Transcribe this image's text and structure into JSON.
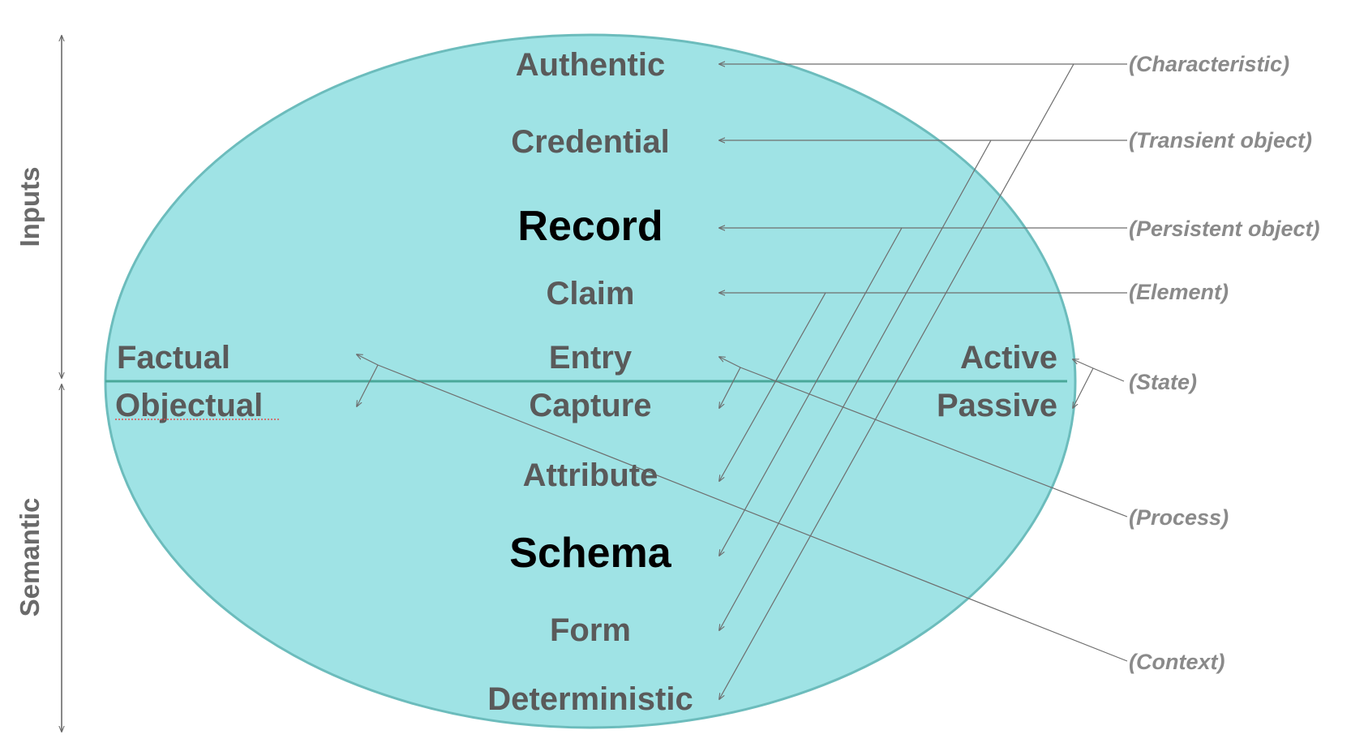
{
  "axis_labels": {
    "top": "Inputs",
    "bottom": "Semantic"
  },
  "terms": {
    "authentic": "Authentic",
    "credential": "Credential",
    "record": "Record",
    "claim": "Claim",
    "entry": "Entry",
    "capture": "Capture",
    "attribute": "Attribute",
    "schema": "Schema",
    "form": "Form",
    "deterministic": "Deterministic",
    "factual": "Factual",
    "objectual": "Objectual",
    "active": "Active",
    "passive": "Passive"
  },
  "categories": {
    "characteristic": "(Characteristic)",
    "transient_object": "(Transient object)",
    "persistent_object": "(Persistent object)",
    "element": "(Element)",
    "state": "(State)",
    "process": "(Process)",
    "context": "(Context)"
  },
  "colors": {
    "ellipse_fill": "#9fe3e5",
    "ellipse_stroke": "#6cbcbc",
    "divider": "#4aa89a",
    "term_text": "#5a5a5a",
    "emphasis_text": "#000000",
    "category_text": "#8a8a8a",
    "connector": "#6e6e6e"
  }
}
